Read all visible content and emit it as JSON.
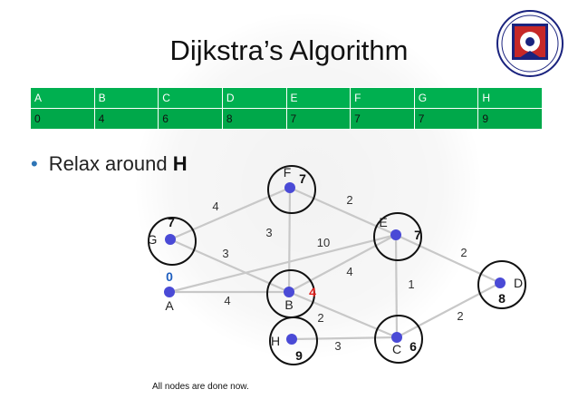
{
  "slide": {
    "title": "Dijkstra’s Algorithm",
    "bullet_text": "Relax around",
    "bullet_node": "H",
    "caption": "All nodes are done now."
  },
  "table": {
    "headers": [
      "A",
      "B",
      "C",
      "D",
      "E",
      "F",
      "G",
      "H"
    ],
    "values": [
      "0",
      "4",
      "6",
      "8",
      "7",
      "7",
      "7",
      "9"
    ]
  },
  "graph": {
    "nodes": [
      {
        "id": "A",
        "distance": "0"
      },
      {
        "id": "B",
        "distance": "4"
      },
      {
        "id": "C",
        "distance": "6"
      },
      {
        "id": "D",
        "distance": "8"
      },
      {
        "id": "E",
        "distance": "7"
      },
      {
        "id": "F",
        "distance": "7"
      },
      {
        "id": "G",
        "distance": "7"
      },
      {
        "id": "H",
        "distance": "9"
      }
    ],
    "edges": [
      {
        "from": "G",
        "to": "F",
        "weight": "4"
      },
      {
        "from": "F",
        "to": "E",
        "weight": "2"
      },
      {
        "from": "F",
        "to": "B",
        "weight": "3"
      },
      {
        "from": "G",
        "to": "B",
        "weight": "3"
      },
      {
        "from": "A",
        "to": "E",
        "weight": "10"
      },
      {
        "from": "B",
        "to": "E",
        "weight": "4"
      },
      {
        "from": "E",
        "to": "D",
        "weight": "2"
      },
      {
        "from": "A",
        "to": "B",
        "weight": "4"
      },
      {
        "from": "E",
        "to": "C",
        "weight": "1"
      },
      {
        "from": "B",
        "to": "C",
        "weight": "2"
      },
      {
        "from": "C",
        "to": "D",
        "weight": "2"
      },
      {
        "from": "H",
        "to": "C",
        "weight": "3"
      }
    ],
    "colors": {
      "edge": "#c8c8c8",
      "node": "#4a4ad6",
      "source_label": "#1f5fbf",
      "highlight": "#e0201c"
    }
  }
}
